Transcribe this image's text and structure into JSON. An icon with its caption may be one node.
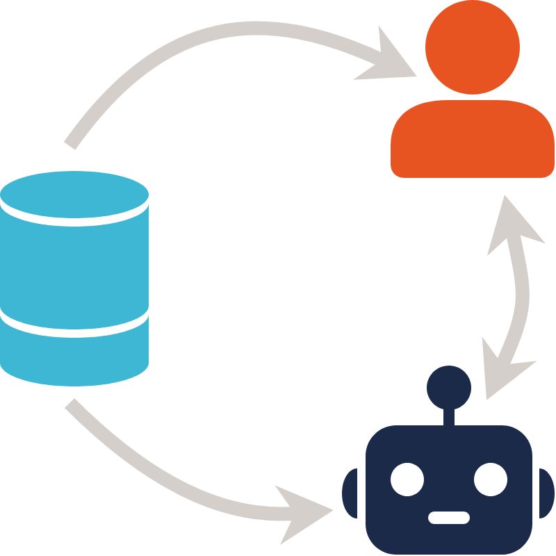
{
  "diagram": {
    "nodes": [
      {
        "text": [],
        "shape": "cylinder"
      },
      {
        "text": [],
        "shape": "person"
      },
      {
        "text": [],
        "shape": "robot"
      }
    ],
    "edges": [
      {
        "from": 0,
        "to": 1,
        "arrow": "to"
      },
      {
        "from": 0,
        "to": 2,
        "arrow": "to"
      },
      {
        "from": 1,
        "to": 2,
        "arrow": "both"
      }
    ]
  }
}
